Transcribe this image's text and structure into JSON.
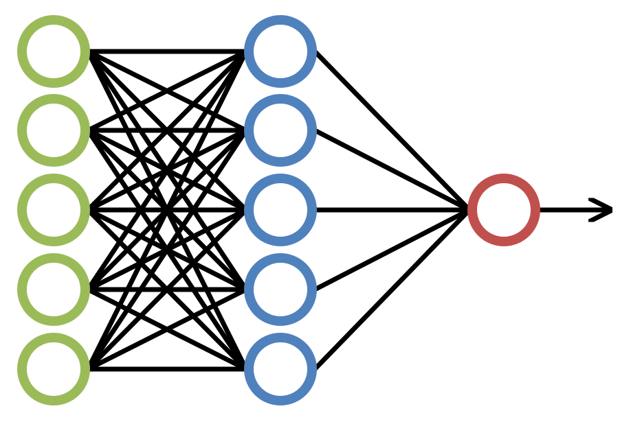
{
  "diagram": {
    "type": "neural-network",
    "layers": [
      {
        "role": "input",
        "nodes": 5,
        "color": "#9BBB59"
      },
      {
        "role": "hidden",
        "nodes": 5,
        "color": "#4F81BD"
      },
      {
        "role": "output",
        "nodes": 1,
        "color": "#C0504D"
      }
    ],
    "connections": "fully-connected",
    "edge_color": "#000000",
    "output_arrow": true
  }
}
